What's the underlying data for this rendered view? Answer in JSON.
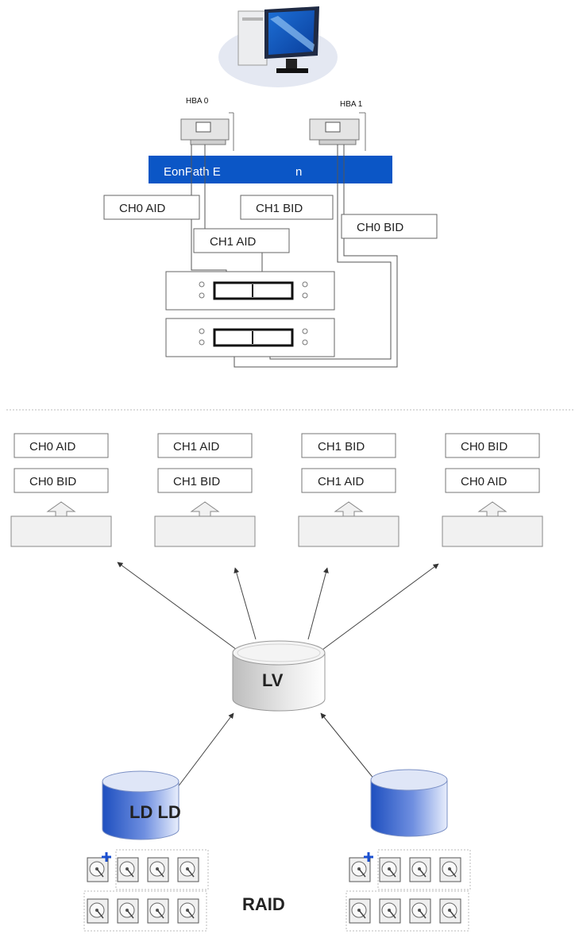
{
  "hba": [
    {
      "label": "HBA 0"
    },
    {
      "label": "HBA 1"
    }
  ],
  "banner": {
    "text": "EonPath E",
    "tail": "n",
    "color": "#0b56c6"
  },
  "channel_labels_top": [
    "CH0 AID",
    "CH1 AID",
    "CH1 BID",
    "CH0 BID"
  ],
  "host_groups": [
    {
      "top": "CH0 AID",
      "bottom": "CH0 BID"
    },
    {
      "top": "CH1 AID",
      "bottom": "CH1 BID"
    },
    {
      "top": "CH1 BID",
      "bottom": "CH1 AID"
    },
    {
      "top": "CH0 BID",
      "bottom": "CH0 AID"
    }
  ],
  "lv": {
    "label": "LV"
  },
  "ld": {
    "label": "LD LD",
    "color": "#2f62c8"
  },
  "raid": {
    "label": "RAID"
  }
}
